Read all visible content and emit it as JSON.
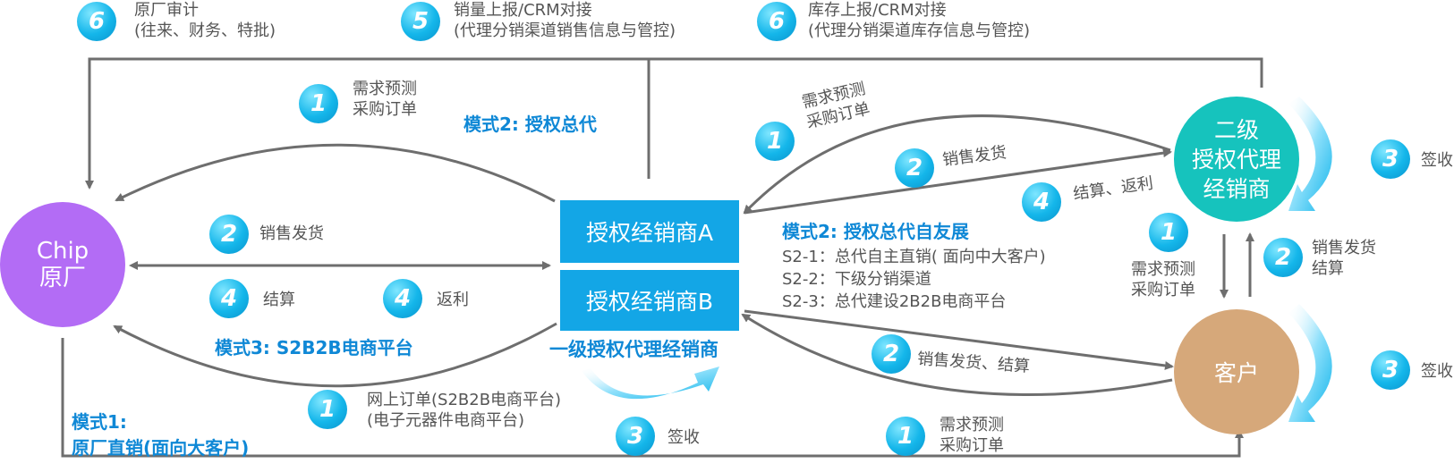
{
  "nodes": {
    "chip": {
      "line1": "Chip",
      "line2": "原厂"
    },
    "dealer_a": "授权经销商A",
    "dealer_b": "授权经销商B",
    "tier1_caption": "一级授权代理经销商",
    "tier2": {
      "line1": "二级",
      "line2": "授权代理",
      "line3": "经销商"
    },
    "customer": "客户"
  },
  "top": {
    "audit": {
      "num": "6",
      "line1": "原厂审计",
      "line2": "(往来、财务、特批)"
    },
    "sales_report": {
      "num": "5",
      "line1": "销量上报/CRM对接",
      "line2": "(代理分销渠道销售信息与管控)"
    },
    "inventory_report": {
      "num": "6",
      "line1": "库存上报/CRM对接",
      "line2": "(代理分销渠道库存信息与管控)"
    }
  },
  "left": {
    "forecast": {
      "num": "1",
      "line1": "需求预测",
      "line2": "采购订单"
    },
    "mode2_title": "模式2: 授权总代",
    "ship": {
      "num": "2",
      "text": "销售发货"
    },
    "settle": {
      "num": "4",
      "text": "结算"
    },
    "rebate": {
      "num": "4",
      "text": "返利"
    },
    "mode3_title": "模式3: S2B2B电商平台",
    "online": {
      "num": "1",
      "line1": "网上订单(S2B2B电商平台)",
      "line2": "(电子元器件电商平台)"
    },
    "mode1": {
      "line1": "模式1:",
      "line2": "原厂直销(面向大客户)"
    },
    "sign": {
      "num": "3",
      "text": "签收"
    }
  },
  "right": {
    "forecast": {
      "num": "1",
      "line1": "需求预测",
      "line2": "采购订单"
    },
    "ship": {
      "num": "2",
      "text": "销售发货"
    },
    "settle_rebate": {
      "num": "4",
      "text": "结算、返利"
    },
    "mode2b_title": "模式2: 授权总代自友展",
    "s21": "S2-1：总代自主直销( 面向中大客户)",
    "s22": "S2-2：下级分销渠道",
    "s23": "S2-3：总代建设2B2B电商平台",
    "ship_settle": {
      "num": "2",
      "text": "销售发货、结算"
    },
    "bottom_forecast": {
      "num": "1",
      "line1": "需求预测",
      "line2": "采购订单"
    },
    "tier2_sign": {
      "num": "3",
      "text": "签收"
    },
    "mid_forecast": {
      "num": "1",
      "line1": "需求预测",
      "line2": "采购订单"
    },
    "mid_ship": {
      "num": "2",
      "line1": "销售发货",
      "line2": "结算"
    },
    "customer_sign": {
      "num": "3",
      "text": "签收"
    }
  },
  "colors": {
    "chip": "#b36cf5",
    "tier2": "#16c3bd",
    "customer": "#d6a87a",
    "box": "#13a6e6",
    "badge": "#14b6ea",
    "line": "#6e6e6e",
    "mode_text": "#0f88d6"
  }
}
